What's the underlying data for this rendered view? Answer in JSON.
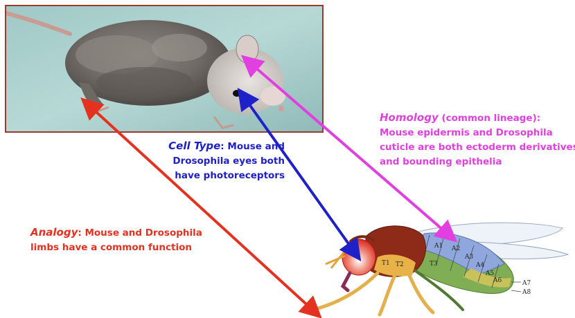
{
  "homology": {
    "term": "Homology",
    "subtitle": "(common lineage):",
    "lines": [
      "Mouse epidermis and Drosophila",
      "cuticle are both ectoderm derivatives",
      "and bounding epithelia"
    ]
  },
  "cell_type": {
    "term": "Cell Type",
    "colon": ": Mouse and",
    "lines": [
      "Drosophila eyes both",
      "have photoreceptors"
    ]
  },
  "analogy": {
    "term": "Analogy",
    "colon": ": Mouse and Drosophila",
    "lines": [
      "limbs have a common function"
    ]
  },
  "fly_labels": {
    "thorax": [
      "T1",
      "T2",
      "T3"
    ],
    "abdomen": [
      "A1",
      "A2",
      "A3",
      "A4",
      "A5",
      "A6",
      "A7",
      "A8"
    ]
  },
  "colors": {
    "homology": "#e23fe0",
    "cell_type": "#1f21c8",
    "analogy": "#e5311f",
    "photo_border": "#9b3a2c"
  }
}
